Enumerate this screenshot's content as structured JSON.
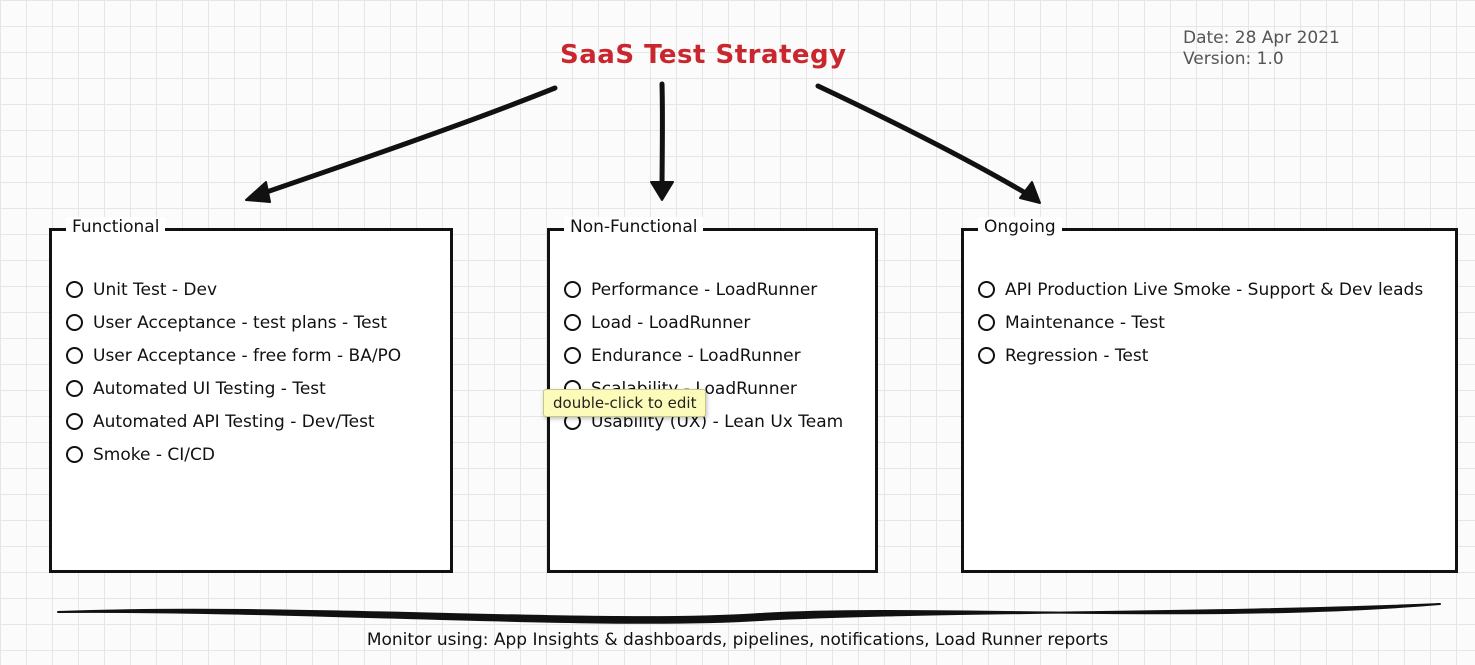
{
  "title": "SaaS Test Strategy",
  "meta": {
    "date": "Date: 28 Apr 2021",
    "version": "Version: 1.0"
  },
  "groups": [
    {
      "label": "Functional",
      "items": [
        "Unit Test - Dev",
        "User Acceptance - test plans - Test",
        "User Acceptance - free form - BA/PO",
        "Automated UI Testing - Test",
        "Automated API Testing - Dev/Test",
        "Smoke - CI/CD"
      ]
    },
    {
      "label": "Non-Functional",
      "items": [
        "Performance - LoadRunner",
        "Load - LoadRunner",
        "Endurance - LoadRunner",
        "Scalability - LoadRunner",
        "Usability (UX) - Lean Ux Team"
      ]
    },
    {
      "label": "Ongoing",
      "items": [
        "API Production Live Smoke - Support & Dev leads",
        "Maintenance - Test",
        "Regression - Test"
      ]
    }
  ],
  "tooltip": "double-click to edit",
  "footer": "Monitor using: App Insights & dashboards, pipelines, notifications, Load Runner reports",
  "colors": {
    "title": "#c9272d",
    "tooltip_bg": "#fdfbb9",
    "stroke": "#111111"
  }
}
